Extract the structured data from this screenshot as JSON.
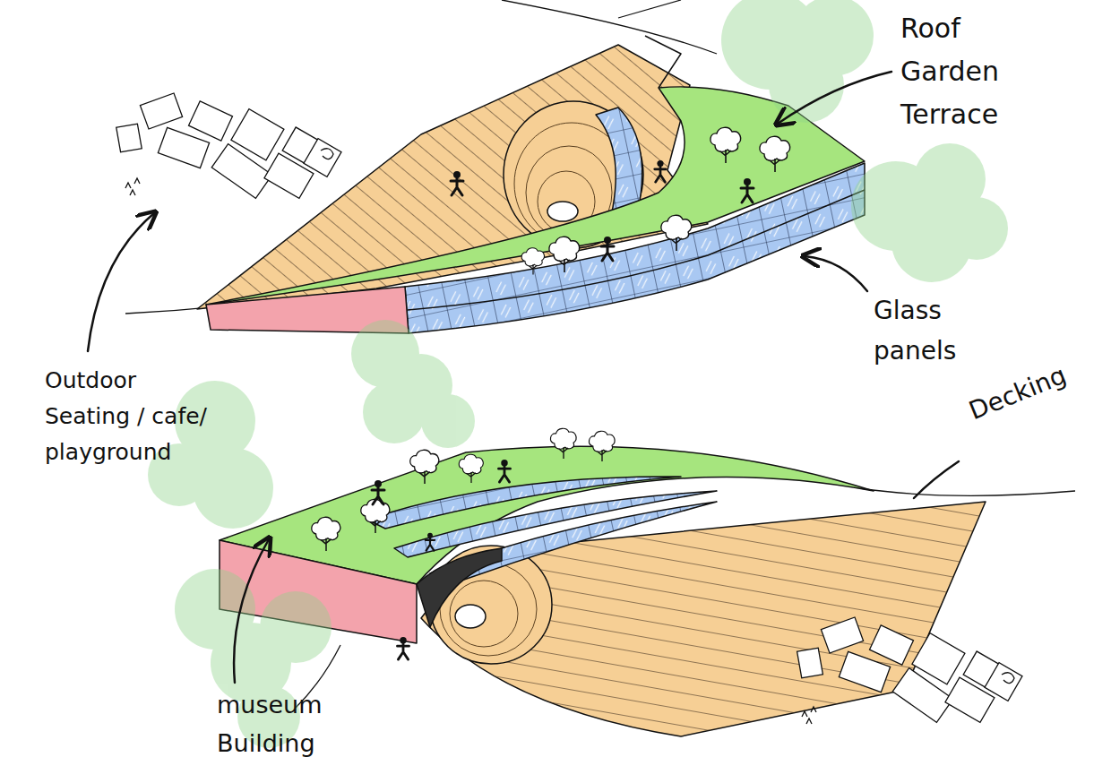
{
  "diagram": {
    "labels": [
      "Roof Garden Terrace",
      "Glass panels",
      "Outdoor Seating / cafe/ playground",
      "Decking",
      "museum Building"
    ]
  }
}
